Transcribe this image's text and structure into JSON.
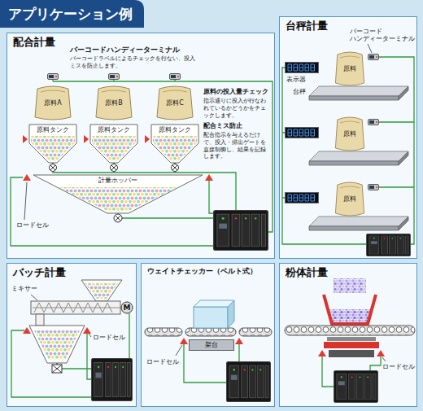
{
  "diagram": {
    "title": "アプリケーション例",
    "nodes": [
      {
        "text": [
          "配合計量"
        ]
      },
      {
        "text": [
          "原料A"
        ],
        "in": 0
      },
      {
        "text": [
          "原料B"
        ],
        "in": 0
      },
      {
        "text": [
          "原料C"
        ],
        "in": 0
      },
      {
        "text": [
          "原料タンク"
        ],
        "in": 0
      },
      {
        "text": [
          "原料タンク"
        ],
        "in": 0
      },
      {
        "text": [
          "原料タンク"
        ],
        "in": 0
      },
      {
        "text": [
          "計量ホッパー"
        ],
        "in": 0
      },
      {
        "text": [
          "台秤計量"
        ]
      },
      {
        "text": [
          "原料"
        ],
        "in": 8
      },
      {
        "text": [
          "原料"
        ],
        "in": 8
      },
      {
        "text": [
          "原料"
        ],
        "in": 8
      },
      {
        "text": [
          "バッチ計量"
        ]
      },
      {
        "text": [
          "ウェイトチェッカー（ベルト式）"
        ]
      },
      {
        "text": [
          "架台"
        ],
        "in": 13
      },
      {
        "text": [
          "粉体計量"
        ]
      }
    ],
    "labels": [
      "バーコードハンディーターミナル",
      "バーコードラベルによるチェックを行ない、投入ミスを防止します。",
      "原料の投入量チェック",
      "指示通りに投入が行なわれているかどうかをチェックします。",
      "配合ミス防止",
      "配合指示を与えるだけで、投入・排出ゲートを直接制御し、結果を記録します。",
      "ロードセル",
      "バーコード ハンディーターミナル",
      "表示器",
      "台秤",
      "ミキサー",
      "M",
      "ロードセル",
      "ロードセル",
      "ロードセル"
    ]
  }
}
